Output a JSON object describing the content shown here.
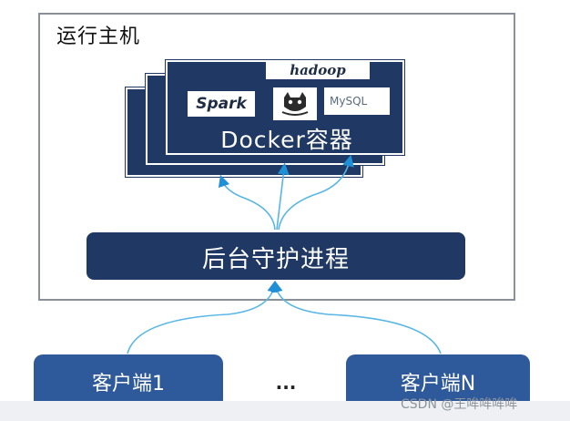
{
  "host": {
    "title": "运行主机"
  },
  "container": {
    "label": "Docker容器",
    "logos": {
      "hadoop": "hadoop",
      "spark": "Spark",
      "mysql": "MySQL",
      "tomcat": "tomcat-icon"
    }
  },
  "daemon": {
    "label": "后台守护进程"
  },
  "clients": [
    {
      "label": "客户端1"
    },
    {
      "label": "客户端N"
    }
  ],
  "ellipsis": "...",
  "watermark": "CSDN @王哞哞哞哞",
  "colors": {
    "dark_navy": "#1f3864",
    "client_blue": "#2e5a9c",
    "arrow_cyan": "#58b6e6"
  }
}
